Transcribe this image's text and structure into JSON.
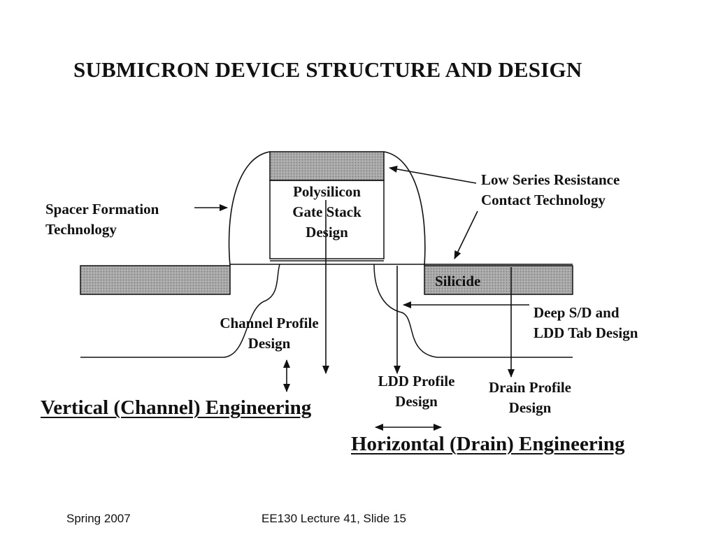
{
  "title": "SUBMICRON DEVICE STRUCTURE AND DESIGN",
  "labels": {
    "gate_line1": "Polysilicon",
    "gate_line2": "Gate Stack",
    "gate_line3": "Design",
    "spacer_line1": "Spacer Formation",
    "spacer_line2": "Technology",
    "contact_line1": "Low Series Resistance",
    "contact_line2": "Contact Technology",
    "silicide": "Silicide",
    "deep_line1": "Deep S/D and",
    "deep_line2": "LDD Tab Design",
    "channel_line1": "Channel Profile",
    "channel_line2": "Design",
    "ldd_line1": "LDD Profile",
    "ldd_line2": "Design",
    "drain_line1": "Drain Profile",
    "drain_line2": "Design"
  },
  "headings": {
    "vertical": "Vertical (Channel) Engineering",
    "horizontal": "Horizontal (Drain) Engineering"
  },
  "footer": {
    "left": "Spring 2007",
    "right": "EE130 Lecture 41, Slide 15"
  },
  "colors": {
    "ink": "#111111",
    "hatch": "#9a9a9a"
  }
}
